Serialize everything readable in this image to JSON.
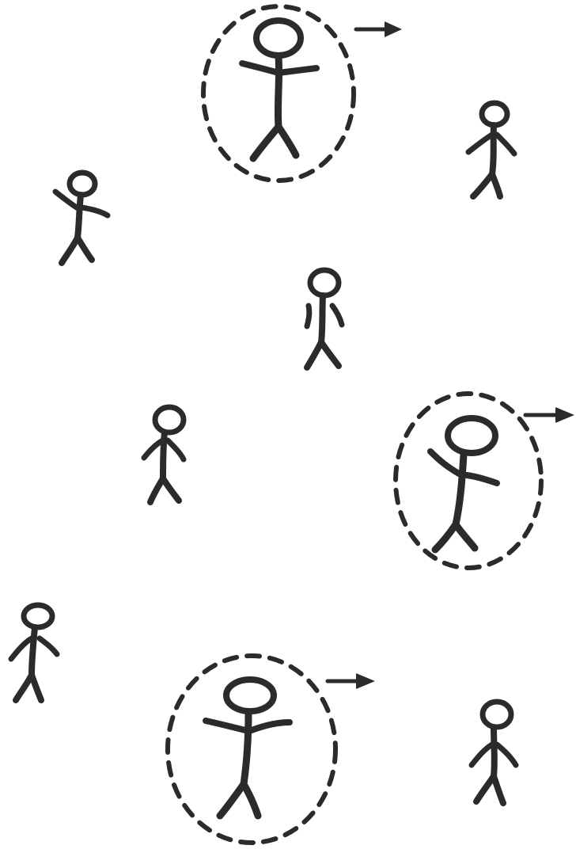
{
  "diagram": {
    "ink_color": "#2b2b2b",
    "background_color": "#ffffff",
    "figures": [
      {
        "id": "fig-top-center",
        "highlighted": true,
        "moving_right": true
      },
      {
        "id": "fig-top-right",
        "highlighted": false,
        "moving_right": false
      },
      {
        "id": "fig-upper-left",
        "highlighted": false,
        "moving_right": false
      },
      {
        "id": "fig-center",
        "highlighted": false,
        "moving_right": false
      },
      {
        "id": "fig-mid-left",
        "highlighted": false,
        "moving_right": false
      },
      {
        "id": "fig-mid-right",
        "highlighted": true,
        "moving_right": true
      },
      {
        "id": "fig-lower-left",
        "highlighted": false,
        "moving_right": false
      },
      {
        "id": "fig-bottom-center",
        "highlighted": true,
        "moving_right": true
      },
      {
        "id": "fig-bottom-right",
        "highlighted": false,
        "moving_right": false
      }
    ]
  }
}
